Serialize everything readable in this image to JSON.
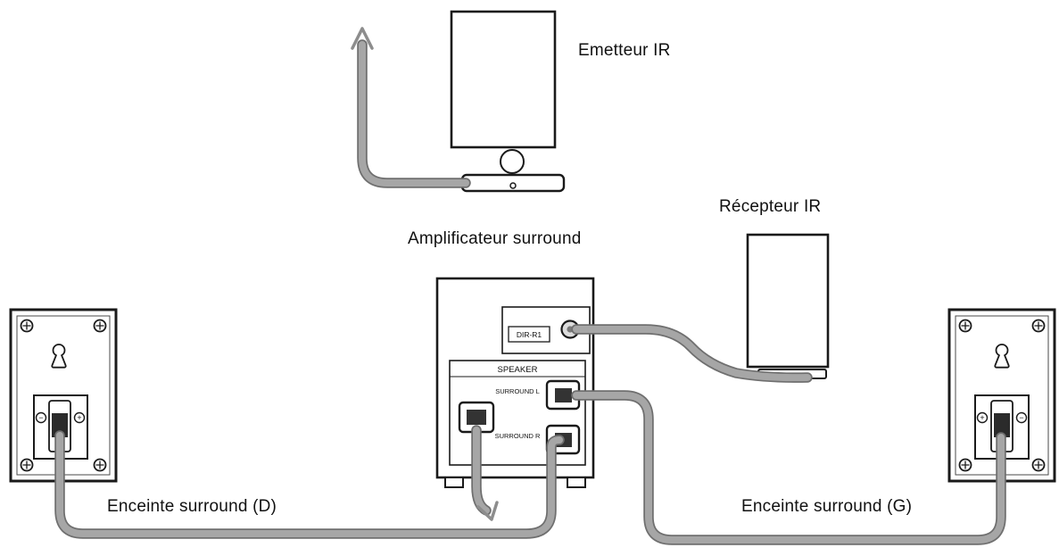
{
  "labels": {
    "emitter": "Emetteur IR",
    "receiver": "Récepteur IR",
    "amplifier": "Amplificateur surround",
    "speaker_left": "Enceinte surround (D)",
    "speaker_right": "Enceinte surround (G)"
  },
  "amplifier_panel": {
    "ir_jack_label": "DIR-R1",
    "speaker_section_label": "SPEAKER",
    "surround_l_label": "SURROUND L",
    "surround_r_label": "SURROUND R"
  },
  "speaker_terminals": {
    "plus": "+",
    "minus": "−"
  },
  "icons": {
    "up_arrow_icon": "↑",
    "down_arrow_icon": "↓"
  },
  "colors": {
    "line": "#1a1a1a",
    "cable_fill": "#a6a6a6",
    "cable_edge": "#6f6f6f",
    "connector_dark": "#333333",
    "background": "#ffffff"
  }
}
